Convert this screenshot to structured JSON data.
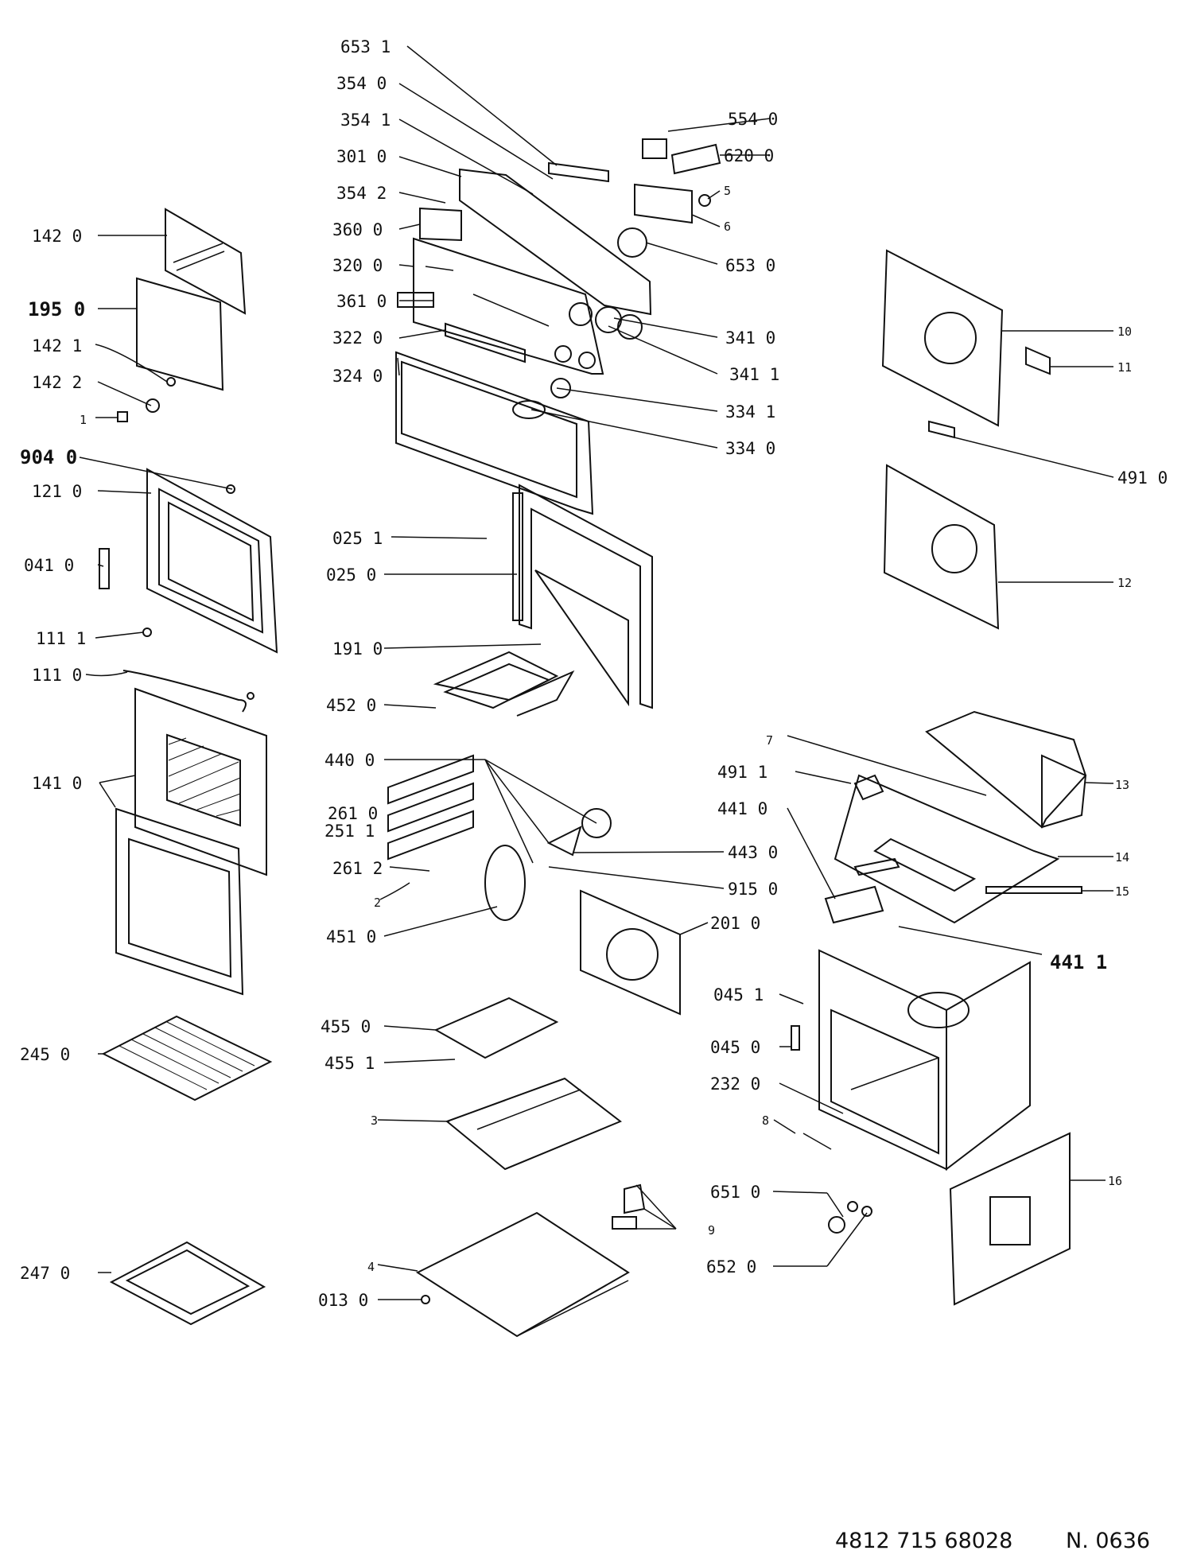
{
  "labels": [
    "653 1",
    "354 0",
    "354 1",
    "301 0",
    "354 2",
    "360 0",
    "320 0",
    "361 0",
    "322 0",
    "324 0",
    "554 0",
    "620 0",
    "5",
    "6",
    "653 0",
    "341 0",
    "341 1",
    "334 1",
    "334 0",
    "142 0",
    "195 0",
    "142 1",
    "142 2",
    "1",
    "904 0",
    "121 0",
    "041 0",
    "111 1",
    "111 0",
    "141 0",
    "025 1",
    "025 0",
    "191 0",
    "452 0",
    "440 0",
    "261 0",
    "251 1",
    "261 2",
    "2",
    "451 0",
    "443 0",
    "915 0",
    "201 0",
    "10",
    "11",
    "491 0",
    "12",
    "7",
    "491 1",
    "441 0",
    "13",
    "14",
    "15",
    "441 1",
    "045 1",
    "045 0",
    "232 0",
    "8",
    "16",
    "245 0",
    "455 0",
    "455 1",
    "3",
    "651 0",
    "9",
    "652 0",
    "247 0",
    "4",
    "013 0"
  ],
  "footer": {
    "part_number": "4812 715 68028",
    "sheet": "N. 0636"
  }
}
